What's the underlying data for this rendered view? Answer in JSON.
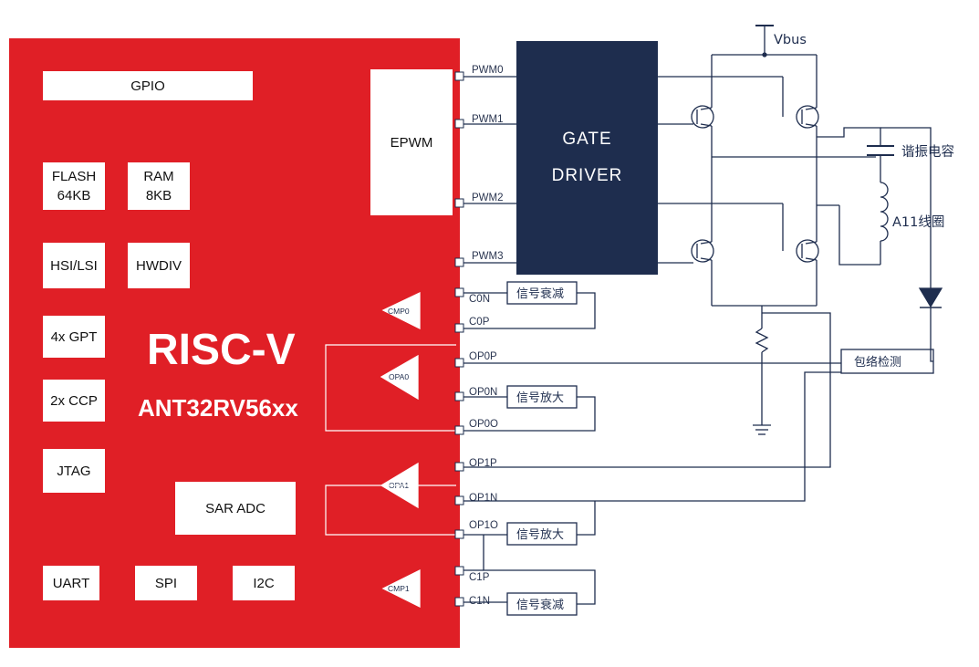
{
  "chip": {
    "title": "RISC-V",
    "part_number": "ANT32RV56xx",
    "blocks": {
      "gpio": "GPIO",
      "epwm": "EPWM",
      "flash": "FLASH\n64KB",
      "ram": "RAM\n8KB",
      "hsi_lsi": "HSI/LSI",
      "hwdiv": "HWDIV",
      "gpt": "4x GPT",
      "ccp": "2x CCP",
      "jtag": "JTAG",
      "sar_adc": "SAR ADC",
      "uart": "UART",
      "spi": "SPI",
      "i2c": "I2C"
    },
    "comparators": {
      "cmp0": "CMP0",
      "cmp1": "CMP1"
    },
    "opamps": {
      "opa0": "OPA0",
      "opa1": "OPA1"
    },
    "pins": {
      "pwm0": "PWM0",
      "pwm1": "PWM1",
      "pwm2": "PWM2",
      "pwm3": "PWM3",
      "c0n": "C0N",
      "c0p": "C0P",
      "op0p": "OP0P",
      "op0n": "OP0N",
      "op0o": "OP0O",
      "op1p": "OP1P",
      "op1n": "OP1N",
      "op1o": "OP1O",
      "c1p": "C1P",
      "c1n": "C1N"
    }
  },
  "gate_driver": {
    "line1": "GATE",
    "line2": "DRIVER"
  },
  "signal_boxes": {
    "attenuate_top": "信号衰减",
    "amplify_op0": "信号放大",
    "amplify_op1": "信号放大",
    "attenuate_bottom": "信号衰减",
    "envelope_detect": "包络检测"
  },
  "external": {
    "vbus": "Vbus",
    "resonant_capacitor": "谐振电容",
    "coil": "A11线圈"
  },
  "colors": {
    "chip_red": "#e01f26",
    "driver_navy": "#1e2d4e",
    "wire": "#1e2d4e"
  }
}
